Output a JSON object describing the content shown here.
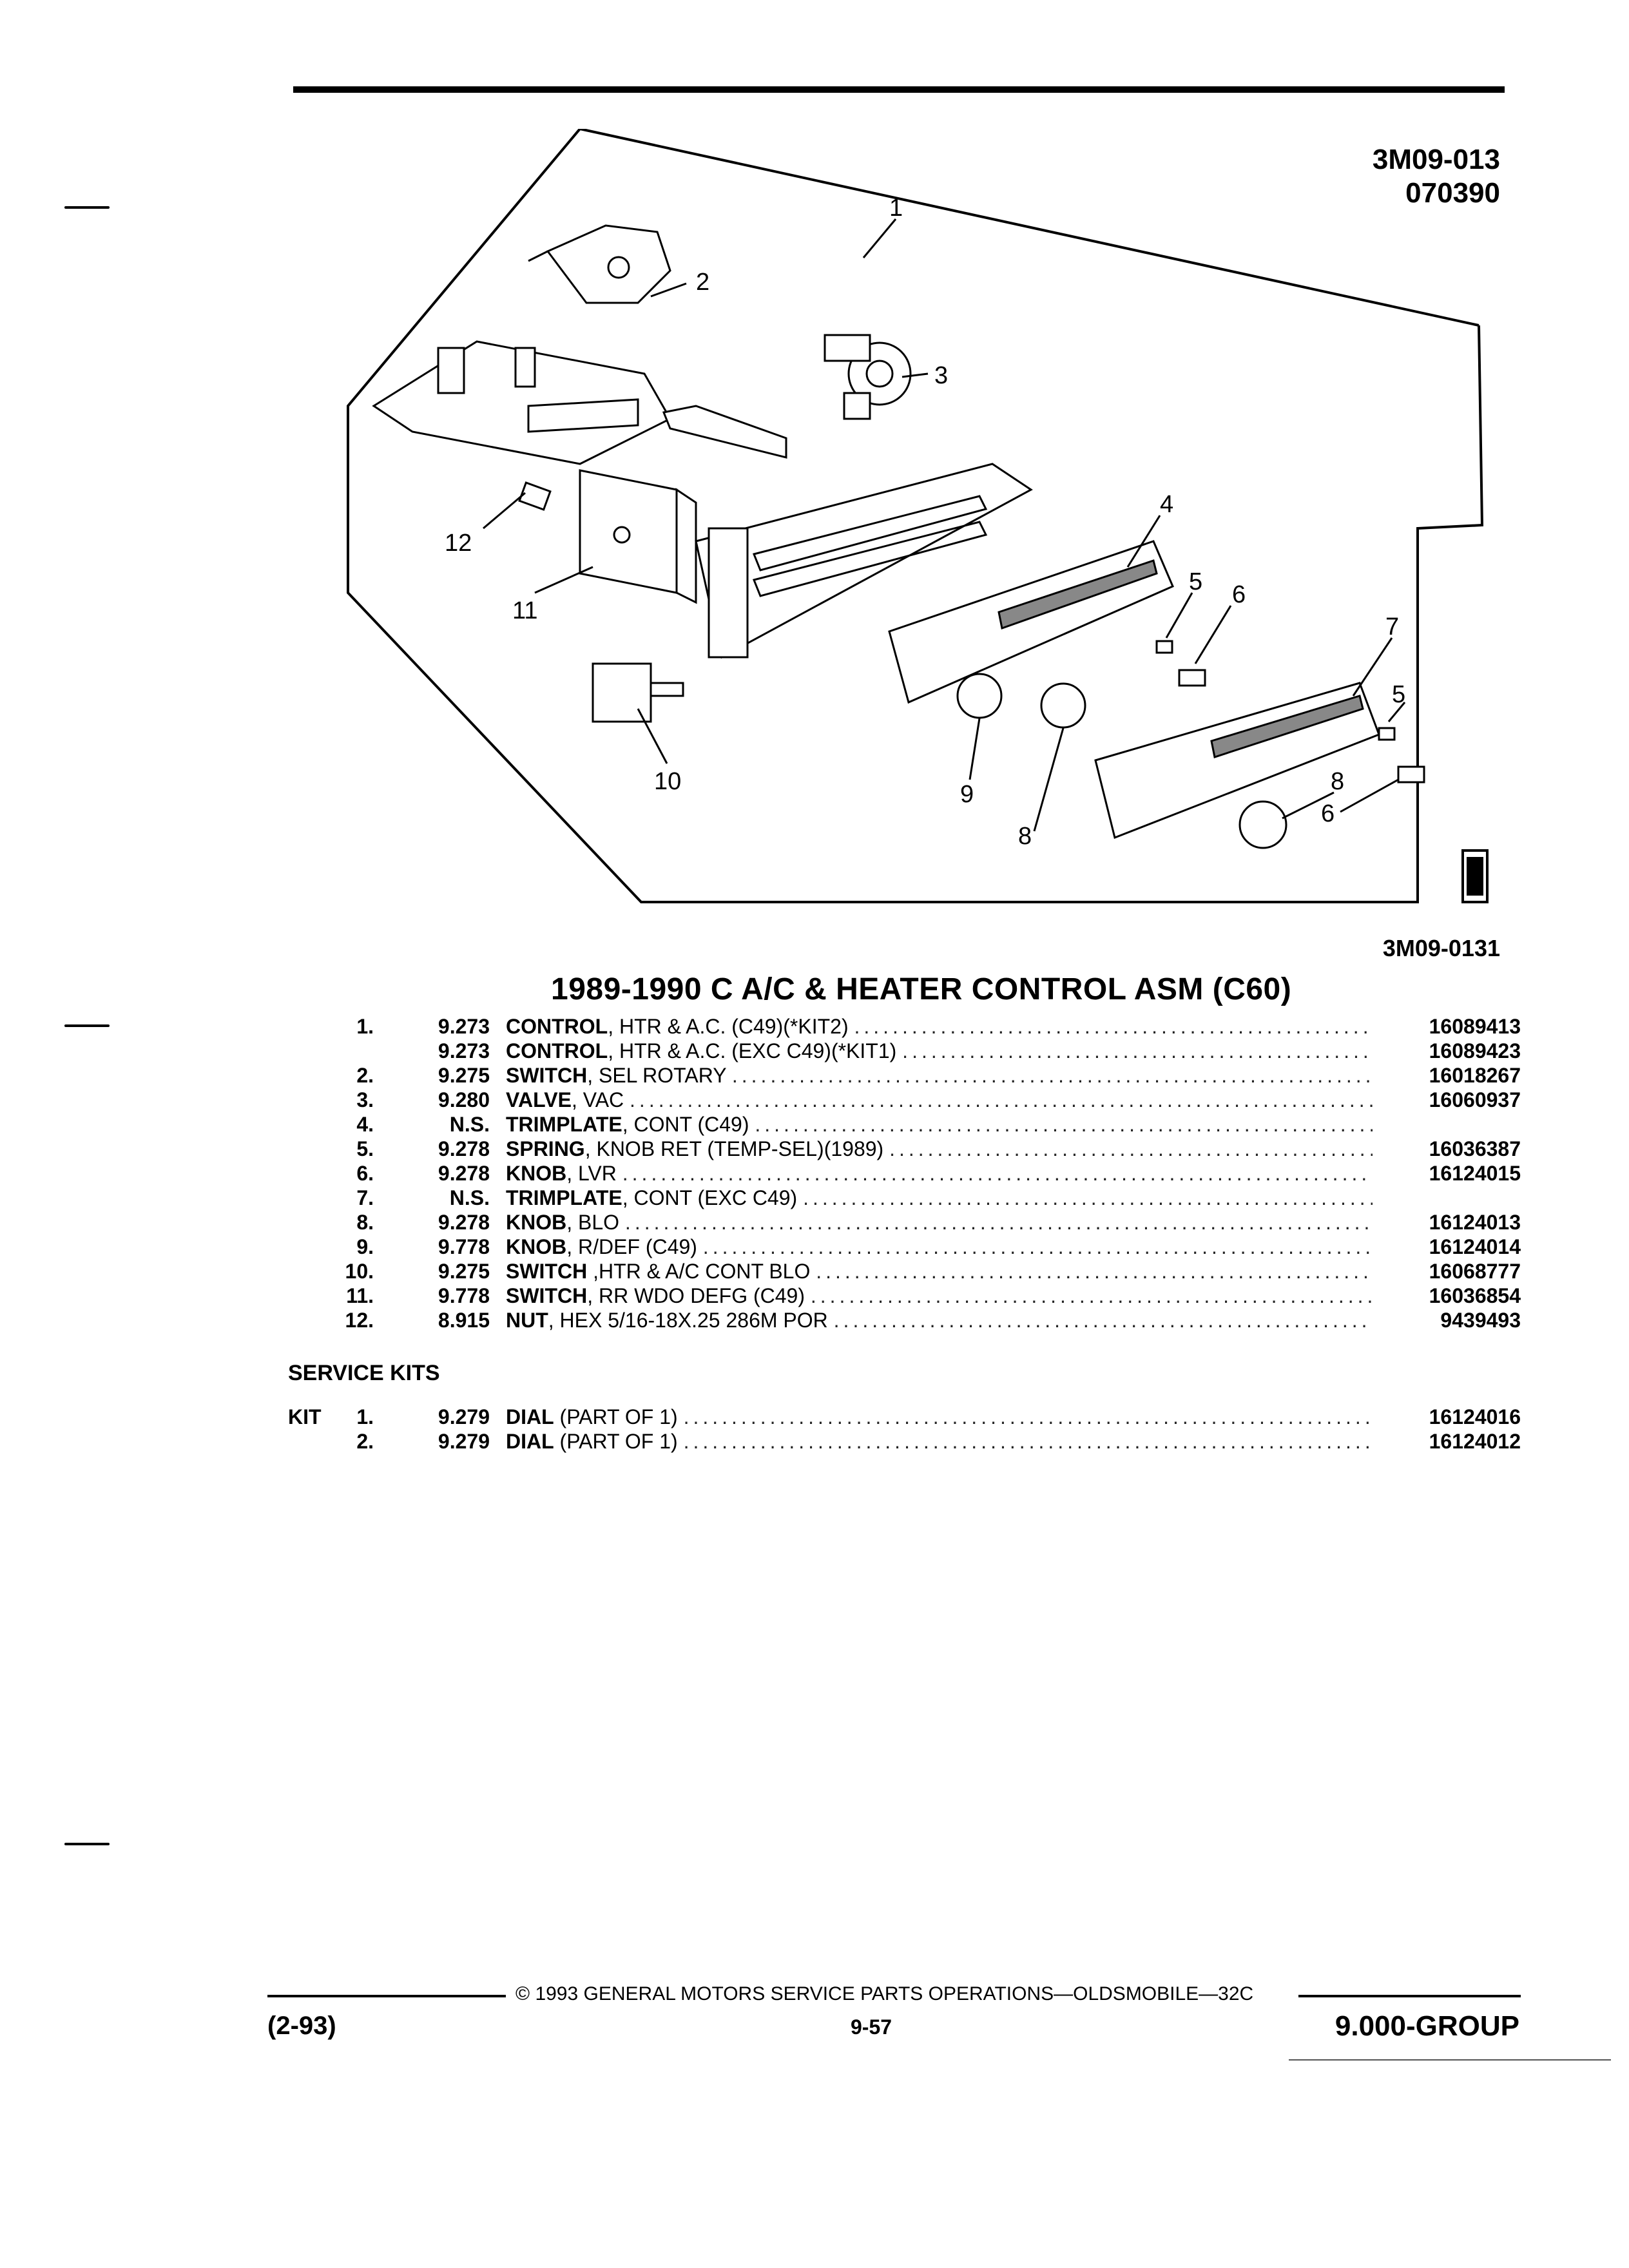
{
  "header": {
    "ref_line1": "3M09-013",
    "ref_line2": "070390"
  },
  "diagram": {
    "callouts": [
      "1",
      "2",
      "3",
      "4",
      "5",
      "6",
      "7",
      "5",
      "12",
      "11",
      "10",
      "9",
      "8",
      "8",
      "6"
    ],
    "figure_id": "3M09-0131"
  },
  "title": "1989-1990 C A/C & HEATER CONTROL ASM (C60)",
  "parts": [
    {
      "idx": "1.",
      "code": "9.273",
      "name": "CONTROL",
      "detail": ", HTR & A.C. (C49)(*KIT2)",
      "pn": "16089413"
    },
    {
      "idx": "",
      "code": "9.273",
      "name": "CONTROL",
      "detail": ", HTR & A.C. (EXC C49)(*KIT1)",
      "pn": "16089423"
    },
    {
      "idx": "2.",
      "code": "9.275",
      "name": "SWITCH",
      "detail": ", SEL ROTARY",
      "pn": "16018267"
    },
    {
      "idx": "3.",
      "code": "9.280",
      "name": "VALVE",
      "detail": ", VAC",
      "pn": "16060937"
    },
    {
      "idx": "4.",
      "code": "N.S.",
      "name": "TRIMPLATE",
      "detail": ", CONT (C49)",
      "pn": ""
    },
    {
      "idx": "5.",
      "code": "9.278",
      "name": "SPRING",
      "detail": ", KNOB RET (TEMP-SEL)(1989)",
      "pn": "16036387"
    },
    {
      "idx": "6.",
      "code": "9.278",
      "name": "KNOB",
      "detail": ", LVR",
      "pn": "16124015"
    },
    {
      "idx": "7.",
      "code": "N.S.",
      "name": "TRIMPLATE",
      "detail": ", CONT (EXC C49)",
      "pn": ""
    },
    {
      "idx": "8.",
      "code": "9.278",
      "name": "KNOB",
      "detail": ", BLO",
      "pn": "16124013"
    },
    {
      "idx": "9.",
      "code": "9.778",
      "name": "KNOB",
      "detail": ", R/DEF (C49)",
      "pn": "16124014"
    },
    {
      "idx": "10.",
      "code": "9.275",
      "name": "SWITCH",
      "detail": " ,HTR & A/C CONT BLO",
      "pn": "16068777"
    },
    {
      "idx": "11.",
      "code": "9.778",
      "name": "SWITCH",
      "detail": ", RR WDO DEFG (C49)",
      "pn": "16036854"
    },
    {
      "idx": "12.",
      "code": "8.915",
      "name": "NUT",
      "detail": ", HEX 5/16-18X.25 286M POR",
      "pn": "9439493"
    }
  ],
  "service_kits": {
    "heading": "SERVICE KITS",
    "kit_label": "KIT",
    "items": [
      {
        "idx": "1.",
        "code": "9.279",
        "name": "DIAL",
        "detail": " (PART OF 1)",
        "pn": "16124016"
      },
      {
        "idx": "2.",
        "code": "9.279",
        "name": "DIAL",
        "detail": " (PART OF 1)",
        "pn": "16124012"
      }
    ]
  },
  "footer": {
    "copyright": "© 1993 GENERAL MOTORS SERVICE PARTS OPERATIONS—OLDSMOBILE—32C",
    "date": "(2-93)",
    "page": "9-57",
    "group": "9.000-GROUP"
  }
}
